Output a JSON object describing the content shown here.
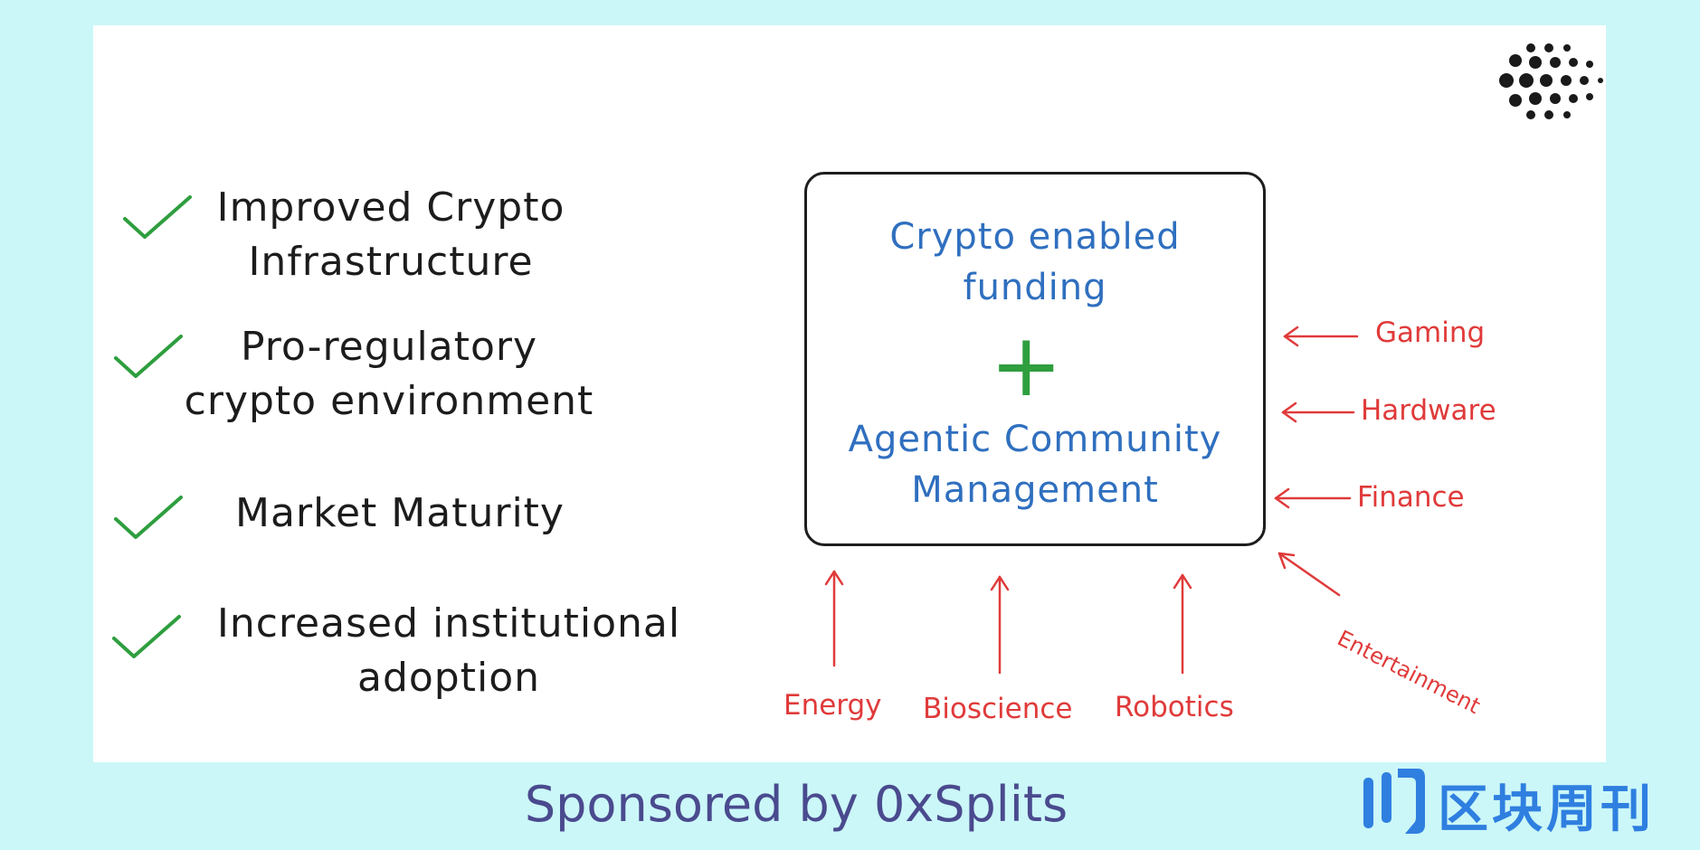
{
  "checklist": [
    {
      "line1": "Improved Crypto",
      "line2": "Infrastructure"
    },
    {
      "line1": "Pro-regulatory",
      "line2": "crypto environment"
    },
    {
      "line1": "Market Maturity",
      "line2": ""
    },
    {
      "line1": "Increased institutional",
      "line2": "adoption"
    }
  ],
  "box": {
    "top_line1": "Crypto enabled",
    "top_line2": "funding",
    "plus": "+",
    "bottom_line1": "Agentic Community",
    "bottom_line2": "Management"
  },
  "inputs_right": [
    "Gaming",
    "Hardware",
    "Finance",
    "Entertainment"
  ],
  "inputs_bottom": [
    "Energy",
    "Bioscience",
    "Robotics"
  ],
  "footer": {
    "sponsor": "Sponsored by 0xSplits",
    "brand": "区块周刊"
  },
  "colors": {
    "background": "#cbf7f8",
    "check": "#2e9e3e",
    "box_text": "#2f6fbf",
    "arrows": "#e03a3a",
    "sponsor_text": "#4a4a8e",
    "brand": "#2f7fe0"
  },
  "icons": [
    "dot-grid-logo-icon",
    "checkmark-icon",
    "arrow-icon",
    "brand-logo-icon"
  ]
}
